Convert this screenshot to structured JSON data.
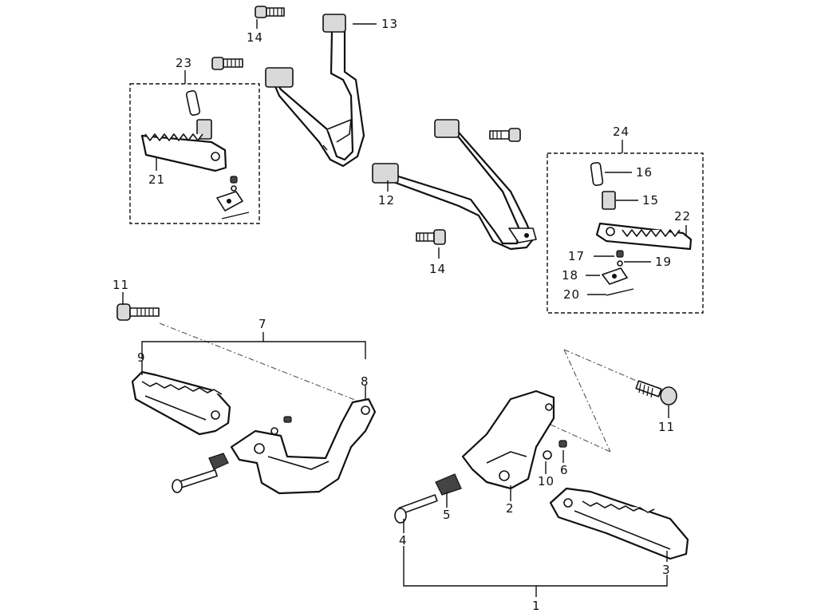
{
  "diagram": {
    "callouts": {
      "c1": "1",
      "c2": "2",
      "c3": "3",
      "c4": "4",
      "c5": "5",
      "c6": "6",
      "c7": "7",
      "c8": "8",
      "c9": "9",
      "c10": "10",
      "c11a": "11",
      "c11b": "11",
      "c12": "12",
      "c13": "13",
      "c14a": "14",
      "c14b": "14",
      "c15": "15",
      "c16": "16",
      "c17": "17",
      "c18": "18",
      "c19": "19",
      "c20": "20",
      "c21": "21",
      "c22": "22",
      "c23": "23",
      "c24": "24"
    }
  }
}
